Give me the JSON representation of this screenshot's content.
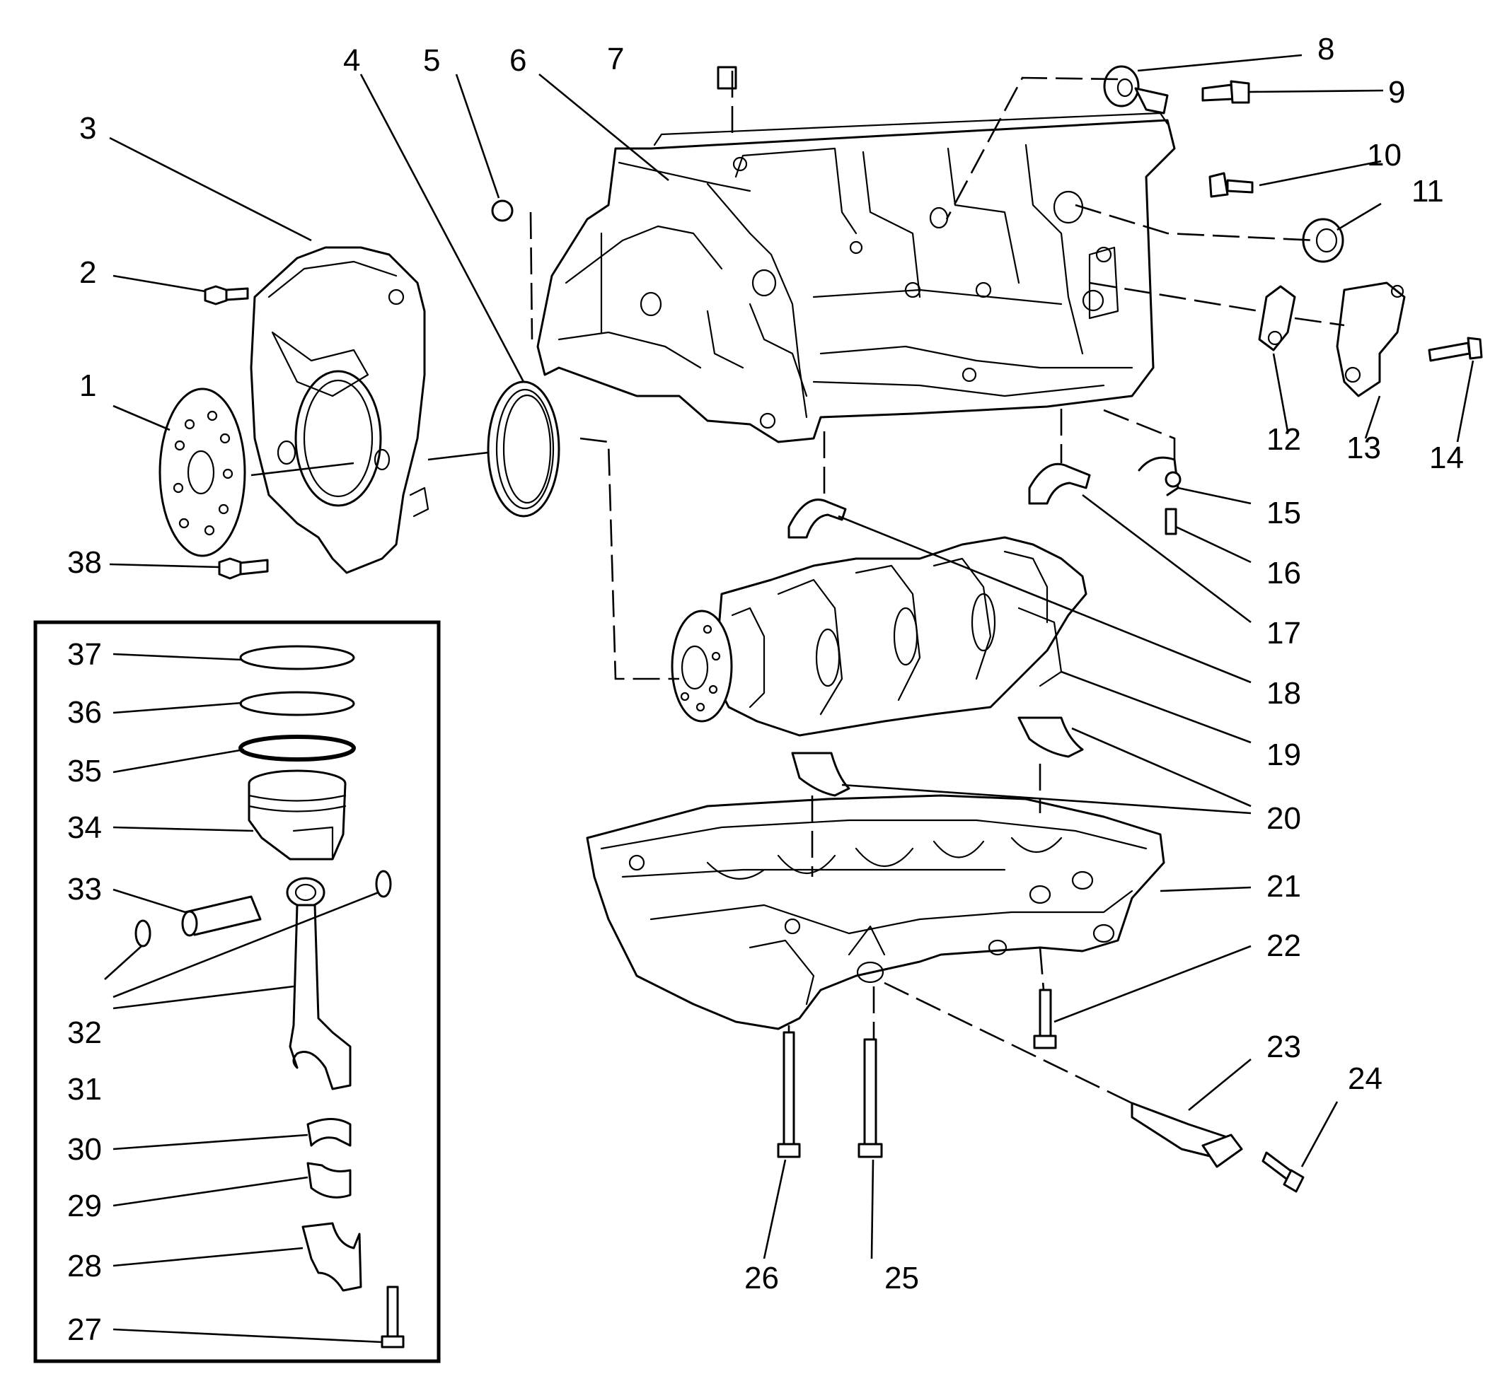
{
  "diagram": {
    "callouts": [
      "1",
      "2",
      "3",
      "4",
      "5",
      "6",
      "7",
      "8",
      "9",
      "10",
      "11",
      "12",
      "13",
      "14",
      "15",
      "16",
      "17",
      "18",
      "19",
      "20",
      "21",
      "22",
      "23",
      "24",
      "25",
      "26",
      "27",
      "28",
      "29",
      "30",
      "31",
      "32",
      "33",
      "34",
      "35",
      "36",
      "37",
      "38"
    ]
  }
}
